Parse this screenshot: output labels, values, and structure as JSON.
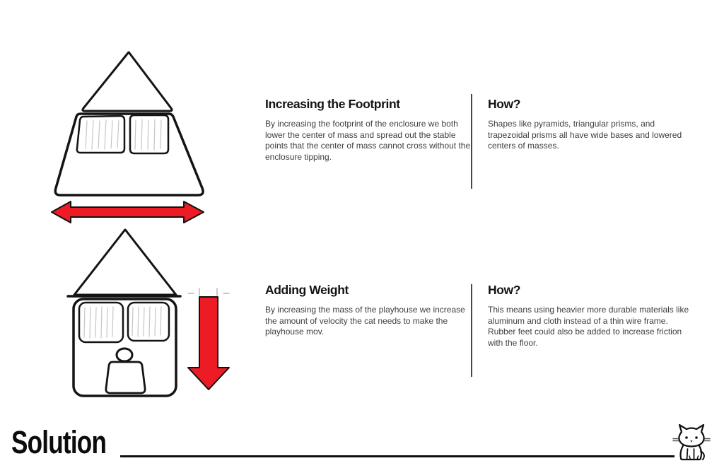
{
  "colors": {
    "background": "#ffffff",
    "heading_text": "#141414",
    "body_text": "#3e3e3e",
    "divider": "#474747",
    "arrow_red": "#ed1c24",
    "outline": "#111111"
  },
  "sections": [
    {
      "heading": "Increasing the Footprint",
      "body": "By increasing the footprint of the enclosure we both lower the center of mass and spread out the stable points that the center of mass cannot cross without the enclosure tipping.",
      "how": {
        "heading": "How?",
        "body": "Shapes like pyramids, triangular prisms, and trapezoidal prisms all have wide bases and lowered centers of masses."
      },
      "illustration": "pyramid-playhouse-sketch",
      "arrow_icon": "double-horizontal-arrow"
    },
    {
      "heading": "Adding Weight",
      "body": "By increasing the mass of the playhouse we increase the amount of velocity the cat needs to make the playhouse mov.",
      "how": {
        "heading": "How?",
        "body": "This means using heavier more durable materials like aluminum and cloth instead of a thin wire frame. Rubber feet could also be added to increase friction with the floor."
      },
      "illustration": "house-playhouse-with-weight-sketch",
      "arrow_icon": "down-arrow"
    }
  ],
  "footer": {
    "title": "Solution",
    "mascot_icon": "cat-icon"
  }
}
